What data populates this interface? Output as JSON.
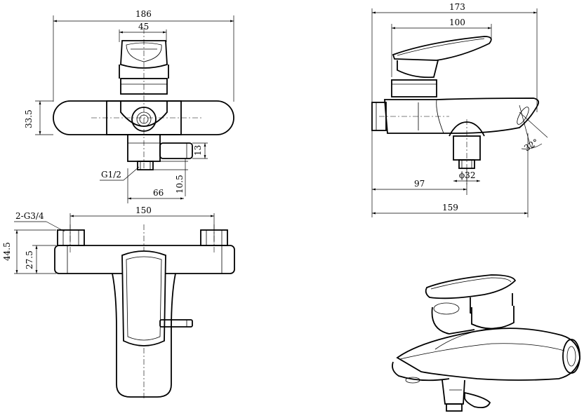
{
  "views": {
    "front": {
      "width_total": "186",
      "handle_width": "45",
      "height": "33.5",
      "diverter_h": "13",
      "inlet_thread": "G1/2",
      "inlet_h": "10.5",
      "offset": "66"
    },
    "side": {
      "depth_total": "173",
      "handle_len": "100",
      "spout_reach": "97",
      "spout_len": "159",
      "outlet_diam": "ϕ32",
      "angle": "32°"
    },
    "top": {
      "centers": "150",
      "thread_label": "2-G3/4",
      "height_total": "44.5",
      "height_body": "27.5"
    }
  }
}
